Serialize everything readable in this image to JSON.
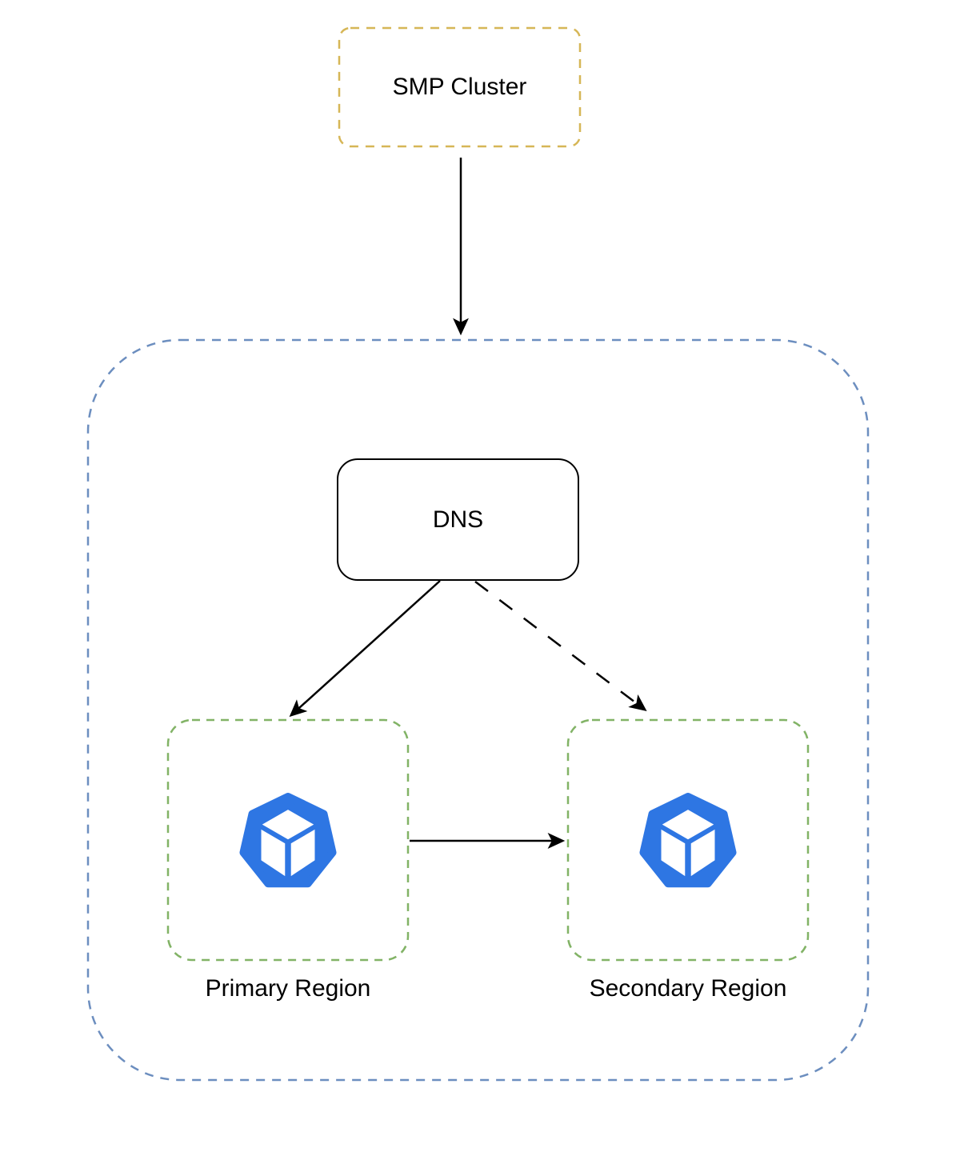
{
  "diagram": {
    "nodes": {
      "smp_cluster": {
        "label": "SMP Cluster",
        "border_color": "#d6b656",
        "border_style": "dashed"
      },
      "outer_group": {
        "border_color": "#6c8ebf",
        "border_style": "dashed"
      },
      "dns": {
        "label": "DNS",
        "border_color": "#000000",
        "border_style": "solid"
      },
      "primary_region": {
        "label": "Primary Region",
        "border_color": "#82b366",
        "border_style": "dashed",
        "icon": "cluster-cube-icon",
        "icon_color": "#2e76e3",
        "icon_cube_color": "#ffffff"
      },
      "secondary_region": {
        "label": "Secondary Region",
        "border_color": "#82b366",
        "border_style": "dashed",
        "icon": "cluster-cube-icon",
        "icon_color": "#2e76e3",
        "icon_cube_color": "#ffffff"
      }
    },
    "edges": [
      {
        "from": "smp_cluster",
        "to": "outer_group",
        "style": "solid"
      },
      {
        "from": "dns",
        "to": "primary_region",
        "style": "solid"
      },
      {
        "from": "dns",
        "to": "secondary_region",
        "style": "dashed"
      },
      {
        "from": "primary_region",
        "to": "secondary_region",
        "style": "solid"
      }
    ],
    "colors": {
      "arrow": "#000000",
      "text": "#000000",
      "background": "#ffffff"
    }
  }
}
